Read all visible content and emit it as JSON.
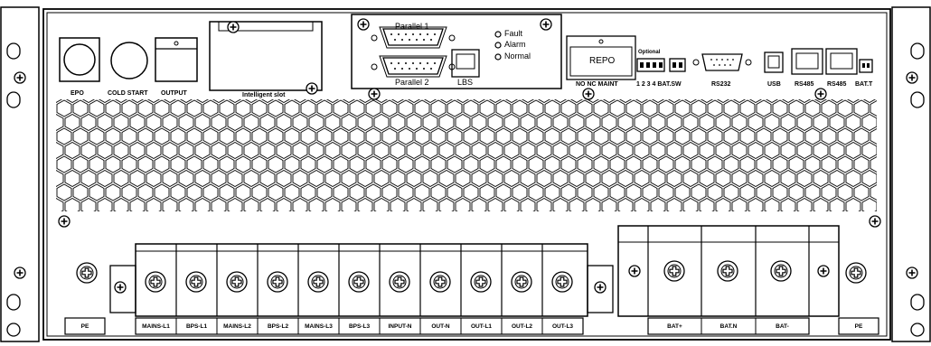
{
  "top_controls": {
    "epo": "EPO",
    "cold_start": "COLD START",
    "output": "OUTPUT",
    "intelligent_slot": "Intelligent slot"
  },
  "parallel": {
    "p1": "Parallel 1",
    "p2": "Parallel 2",
    "lbs": "LBS"
  },
  "leds": [
    "Fault",
    "Alarm",
    "Normal"
  ],
  "repo": {
    "title": "REPO",
    "bottom_label": "NO NC MAINT",
    "optional_label": "Optional",
    "pins_label": "1 2 3 4 BAT.SW"
  },
  "ports": {
    "rs232": "RS232",
    "usb": "USB",
    "rs485_1": "RS485",
    "rs485_2": "RS485",
    "bat_t": "BAT.T"
  },
  "terminals": {
    "pe_left": "PE",
    "pe_right": "PE",
    "main": [
      "MAINS-L1",
      "BPS-L1",
      "MAINS-L2",
      "BPS-L2",
      "MAINS-L3",
      "BPS-L3",
      "INPUT-N",
      "OUT-N",
      "OUT-L1",
      "OUT-L2",
      "OUT-L3"
    ],
    "battery": [
      "BAT+",
      "BAT.N",
      "BAT-"
    ]
  },
  "colors": {
    "line": "#000000",
    "background": "#ffffff"
  }
}
